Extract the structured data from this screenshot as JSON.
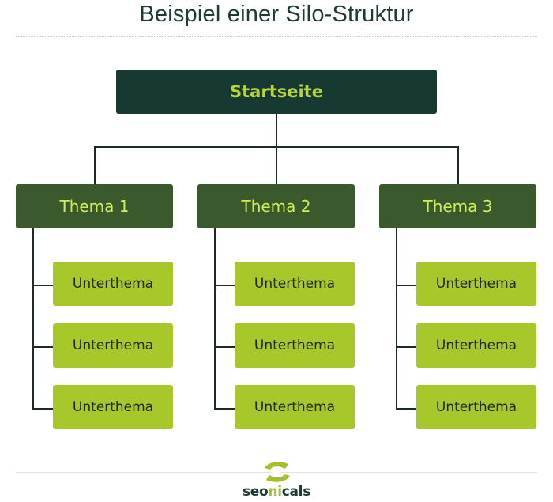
{
  "title": "Beispiel einer Silo-Struktur",
  "root": {
    "label": "Startseite"
  },
  "themes": [
    {
      "label": "Thema 1",
      "subtopics": [
        "Unterthema",
        "Unterthema",
        "Unterthema"
      ]
    },
    {
      "label": "Thema 2",
      "subtopics": [
        "Unterthema",
        "Unterthema",
        "Unterthema"
      ]
    },
    {
      "label": "Thema 3",
      "subtopics": [
        "Unterthema",
        "Unterthema",
        "Unterthema"
      ]
    }
  ],
  "logo": {
    "prefix": "seo",
    "accent": "ni",
    "suffix": "cals"
  },
  "colors": {
    "root_bg": "#163a32",
    "root_text": "#b7d334",
    "theme_bg": "#3a5a2d",
    "theme_text": "#d2ec53",
    "subtopic_bg": "#a8c72a",
    "subtopic_text": "#1c2a22",
    "connector": "#1e2a24",
    "logo_green": "#9fc22a"
  }
}
